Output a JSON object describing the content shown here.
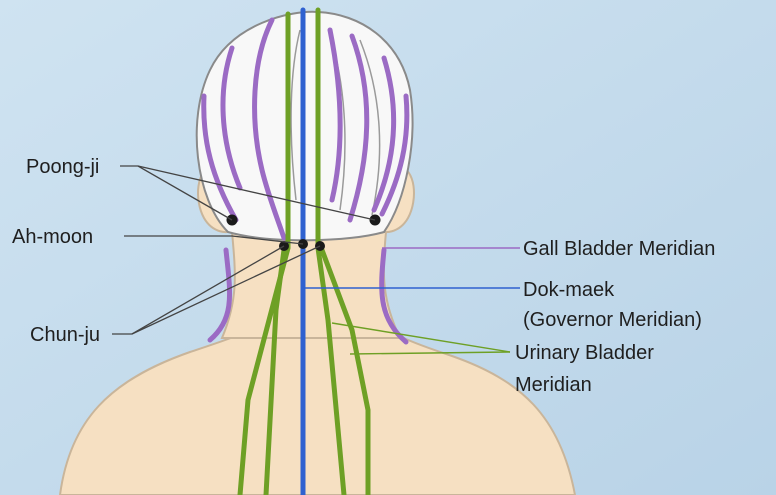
{
  "labels": {
    "poong_ji": "Poong-ji",
    "ah_moon": "Ah-moon",
    "chun_ju": "Chun-ju",
    "gall_bladder": "Gall Bladder Meridian",
    "dok_maek": "Dok-maek",
    "governor": "(Governor Meridian)",
    "urinary_line1": "Urinary Bladder",
    "urinary_line2": "Meridian"
  },
  "colors": {
    "background": "#c5dced",
    "skin": "#f6e0c2",
    "skin_outline": "#c9b59a",
    "hair": "#f8f8f8",
    "hair_outline": "#8a8a8a",
    "gall_bladder_meridian": "#9b6bc4",
    "governor_meridian": "#2f61d0",
    "urinary_bladder_meridian": "#6ea025",
    "point": "#1a1a1a",
    "leader_line": "#444444"
  }
}
